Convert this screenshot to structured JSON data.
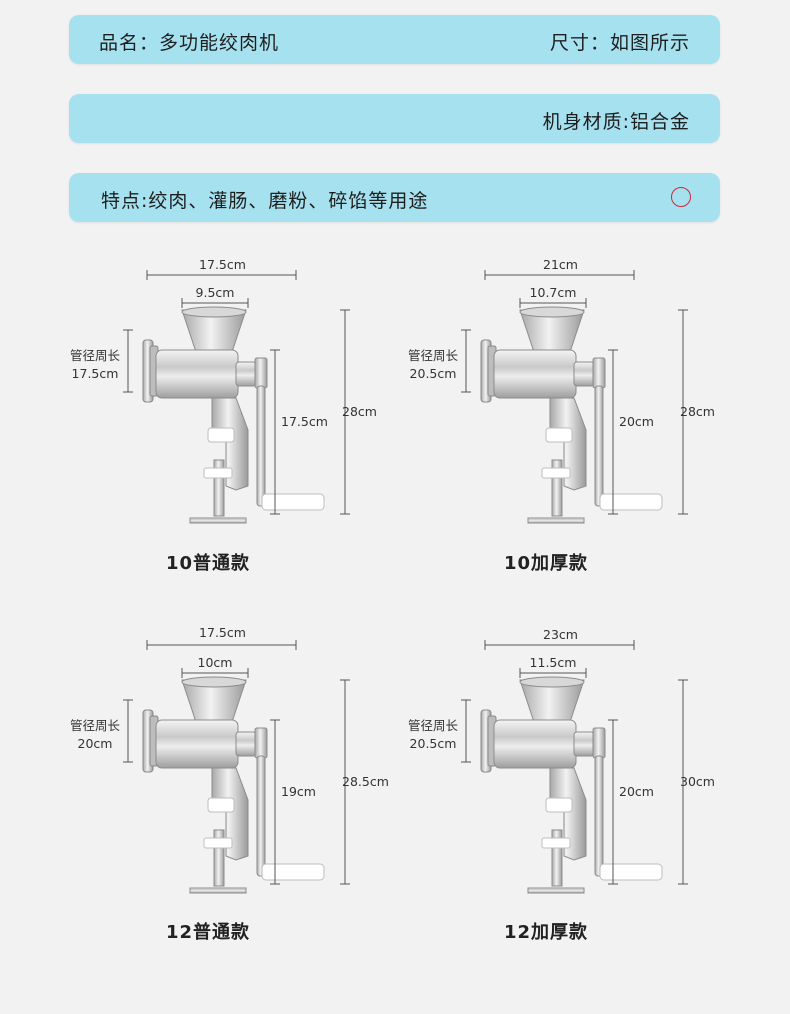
{
  "header": {
    "product_name": "品名：多功能绞肉机",
    "size": "尺寸：如图所示",
    "material": "机身材质:铝合金",
    "features": "特点:绞肉、灌肠、磨粉、碎馅等用途",
    "circle_mark_icon": "red-circle-icon",
    "bar_color": "#a6e1ef",
    "mark_color": "#d1283a"
  },
  "models": [
    {
      "caption": "10普通款",
      "total_width": "17.5cm",
      "hopper_width": "9.5cm",
      "tube_label": "管径周长",
      "tube_value": "17.5cm",
      "handle_height": "17.5cm",
      "total_height": "28cm",
      "number_mark": "10"
    },
    {
      "caption": "10加厚款",
      "total_width": "21cm",
      "hopper_width": "10.7cm",
      "tube_label": "管径周长",
      "tube_value": "20.5cm",
      "handle_height": "20cm",
      "total_height": "28cm",
      "number_mark": "10"
    },
    {
      "caption": "12普通款",
      "total_width": "17.5cm",
      "hopper_width": "10cm",
      "tube_label": "管径周长",
      "tube_value": "20cm",
      "handle_height": "19cm",
      "total_height": "28.5cm",
      "number_mark": "12"
    },
    {
      "caption": "12加厚款",
      "total_width": "23cm",
      "hopper_width": "11.5cm",
      "tube_label": "管径周长",
      "tube_value": "20.5cm",
      "handle_height": "20cm",
      "total_height": "30cm",
      "number_mark": "12"
    }
  ]
}
